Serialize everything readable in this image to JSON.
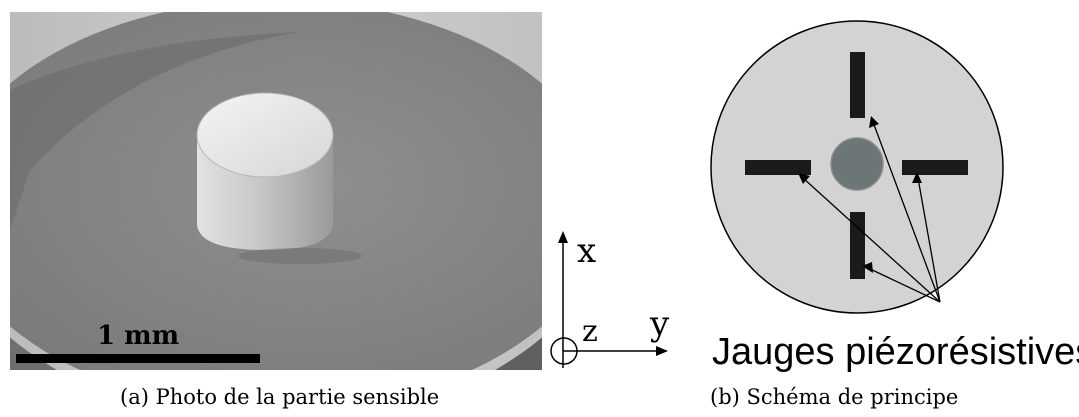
{
  "panel_a": {
    "scale_bar_label": "1 mm",
    "caption": "(a) Photo de la partie sensible"
  },
  "axes": {
    "x_label": "x",
    "y_label": "y",
    "z_label": "z"
  },
  "panel_b": {
    "annotation": "Jauges piézorésistives",
    "caption": "(b) Schéma de principe"
  },
  "colors": {
    "disk_fill": "#d3d3d3",
    "center_fill": "#6d7676",
    "gauge_fill": "#1a1a1a"
  }
}
